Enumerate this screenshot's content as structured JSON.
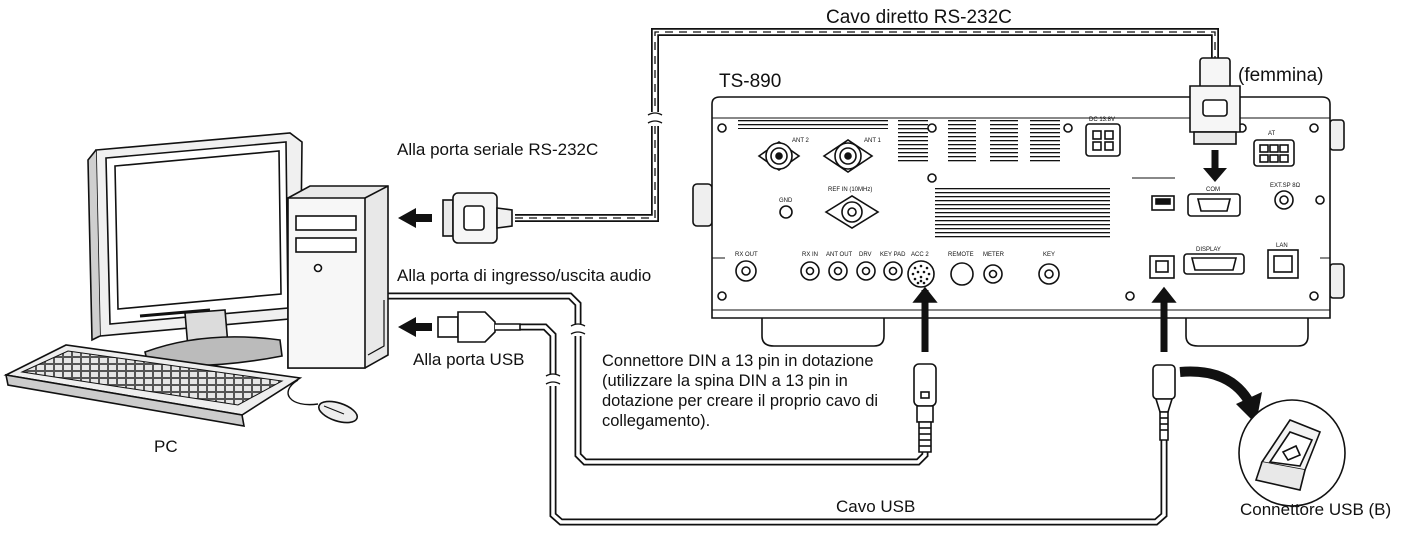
{
  "labels": {
    "cable_rs232c": "Cavo diretto RS-232C",
    "radio_model": "TS-890",
    "female": "(femmina)",
    "serial_port": "Alla porta seriale RS-232C",
    "audio_port": "Alla porta di ingresso/uscita audio",
    "usb_port": "Alla porta USB",
    "din_note": "Connettore DIN a 13 pin in dotazione (utilizzare la spina DIN a 13 pin in dotazione per creare il proprio cavo di collegamento).",
    "pc": "PC",
    "usb_cable": "Cavo USB",
    "usb_connector": "Connettore USB (B)"
  },
  "panel_labels": {
    "ant2": "ANT 2",
    "ant1": "ANT 1",
    "dc": "DC 13.8V",
    "at": "AT",
    "gnd": "GND",
    "ref_in": "REF IN (10MHz)",
    "com": "COM",
    "ext_sp": "EXT.SP 8Ω",
    "rx_out": "RX OUT",
    "rx_in": "RX IN",
    "ant_out": "ANT OUT",
    "drv": "DRV",
    "key_pad": "KEY PAD",
    "acc2": "ACC 2",
    "remote": "REMOTE",
    "meter": "METER",
    "key": "KEY",
    "display": "DISPLAY",
    "lan": "LAN"
  }
}
